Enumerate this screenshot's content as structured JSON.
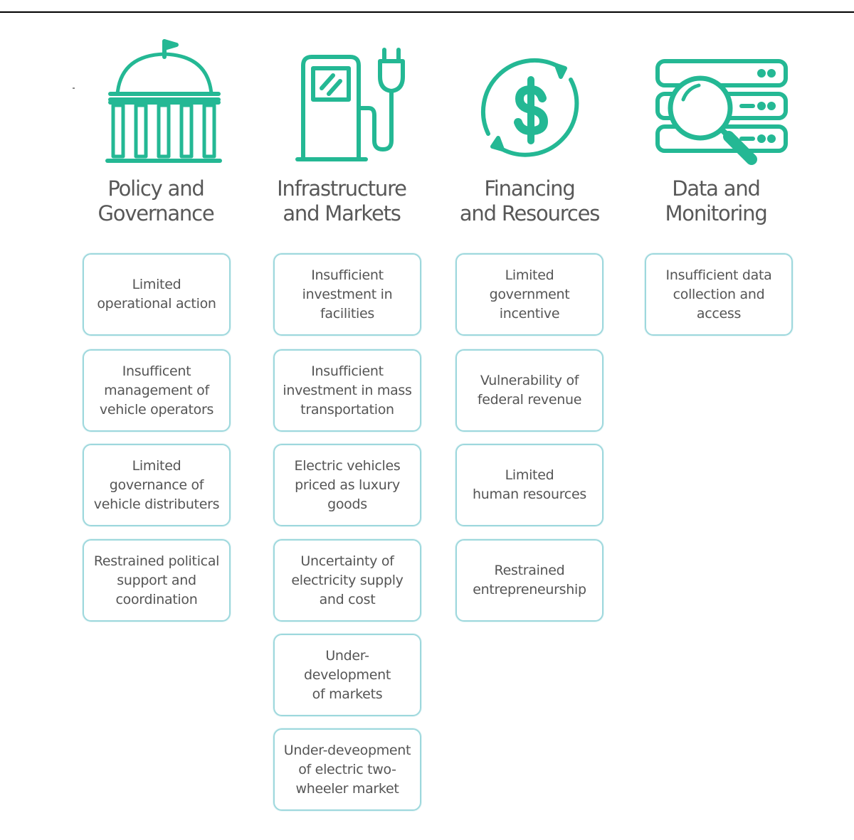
{
  "accent_color": "#24b894",
  "card_border_color": "#9ed8dd",
  "columns": [
    {
      "icon": "government-building-icon",
      "title_line1": "Policy and",
      "title_line2": "Governance",
      "cards": [
        "Limited\noperational action",
        "Insufficent\nmanagement of\nvehicle operators",
        "Limited\ngovernance of\nvehicle distributers",
        "Restrained political\nsupport and\ncoordination"
      ]
    },
    {
      "icon": "charging-station-icon",
      "title_line1": "Infrastructure",
      "title_line2": "and Markets",
      "cards": [
        "Insufficient\ninvestment in\nfacilities",
        "Insufficient\ninvestment in mass\ntransportation",
        "Electric vehicles\npriced as luxury\ngoods",
        "Uncertainty of\nelectricity supply\nand cost",
        "Under-\ndevelopment\nof markets",
        "Under-deveopment\nof electric two-\nwheeler market"
      ]
    },
    {
      "icon": "dollar-cycle-icon",
      "title_line1": "Financing",
      "title_line2": "and Resources",
      "cards": [
        "Limited\ngovernment\nincentive",
        "Vulnerability of\nfederal revenue",
        "Limited\nhuman resources",
        "Restrained\nentrepreneurship"
      ]
    },
    {
      "icon": "data-server-magnifier-icon",
      "title_line1": "Data and",
      "title_line2": "Monitoring",
      "cards": [
        "Insufficient data\ncollection and\naccess"
      ]
    }
  ]
}
